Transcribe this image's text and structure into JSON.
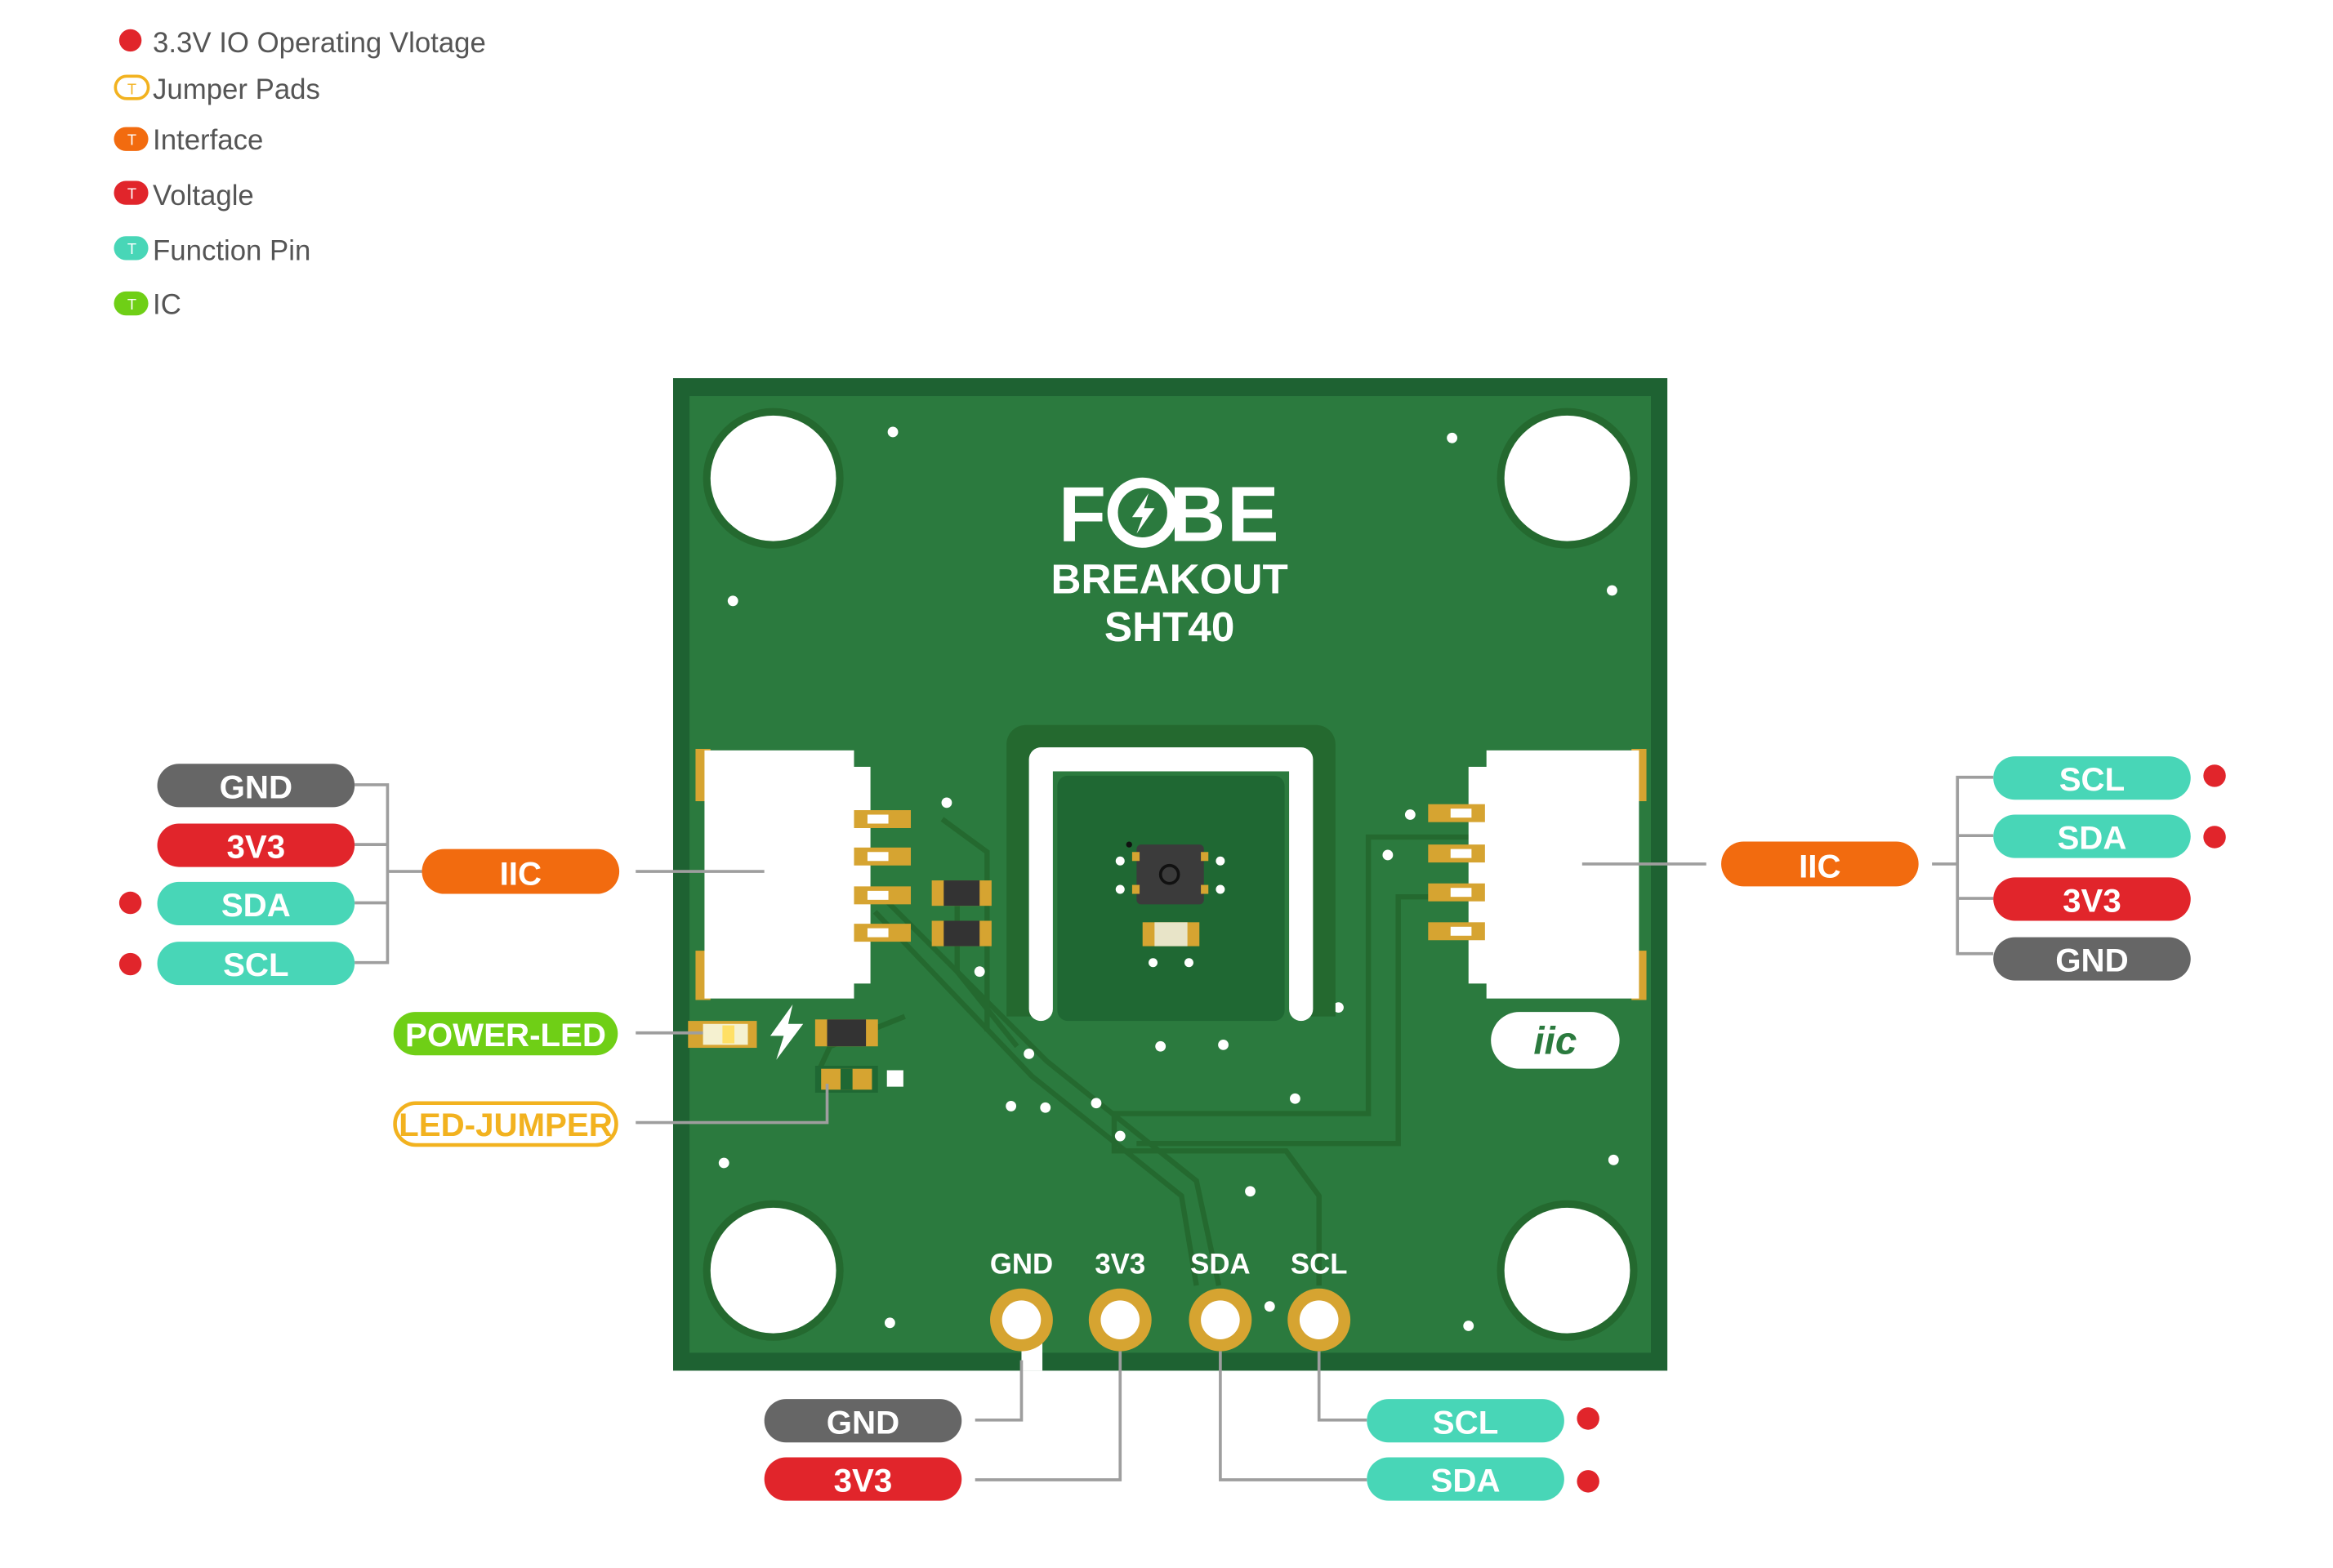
{
  "legend": {
    "dot_label": "3.3V IO Operating Vlotage",
    "items": [
      {
        "mark": "T",
        "label": "Jumper Pads",
        "style": "outline",
        "color": "#F2B21F"
      },
      {
        "mark": "T",
        "label": "Interface",
        "style": "fill",
        "color": "#F26B0F"
      },
      {
        "mark": "T",
        "label": "Voltagle",
        "style": "fill",
        "color": "#E1252B"
      },
      {
        "mark": "T",
        "label": "Function Pin",
        "style": "fill",
        "color": "#48D6B7"
      },
      {
        "mark": "T",
        "label": "IC",
        "style": "fill",
        "color": "#6FCF16"
      }
    ]
  },
  "colors": {
    "gnd": "#666666",
    "voltage": "#E1252B",
    "function": "#48D6B7",
    "interface": "#F26B0F",
    "ic": "#6FCF16",
    "jumper": "#F2B21F",
    "pcb": "#2B7A3E",
    "pcb_edge": "#1E6232",
    "pad": "#D6A431",
    "leader": "#9E9E9E",
    "dot": "#E1252B"
  },
  "board": {
    "brand": "FOBE",
    "line1": "BREAKOUT",
    "line2": "SHT40",
    "badge": "iic",
    "header_pins": [
      "GND",
      "3V3",
      "SDA",
      "SCL"
    ]
  },
  "left_connector": {
    "pins": [
      {
        "label": "GND",
        "kind": "gnd",
        "dot": false
      },
      {
        "label": "3V3",
        "kind": "voltage",
        "dot": false
      },
      {
        "label": "SDA",
        "kind": "function",
        "dot": true
      },
      {
        "label": "SCL",
        "kind": "function",
        "dot": true
      }
    ],
    "interface": "IIC"
  },
  "right_connector": {
    "pins": [
      {
        "label": "SCL",
        "kind": "function",
        "dot": true
      },
      {
        "label": "SDA",
        "kind": "function",
        "dot": true
      },
      {
        "label": "3V3",
        "kind": "voltage",
        "dot": false
      },
      {
        "label": "GND",
        "kind": "gnd",
        "dot": false
      }
    ],
    "interface": "IIC"
  },
  "left_extra": {
    "power_led": "POWER-LED",
    "led_jumper": "LED-JUMPER"
  },
  "bottom_labels": {
    "left": [
      {
        "label": "GND",
        "kind": "gnd",
        "dot": false
      },
      {
        "label": "3V3",
        "kind": "voltage",
        "dot": false
      }
    ],
    "right": [
      {
        "label": "SCL",
        "kind": "function",
        "dot": true
      },
      {
        "label": "SDA",
        "kind": "function",
        "dot": true
      }
    ]
  }
}
